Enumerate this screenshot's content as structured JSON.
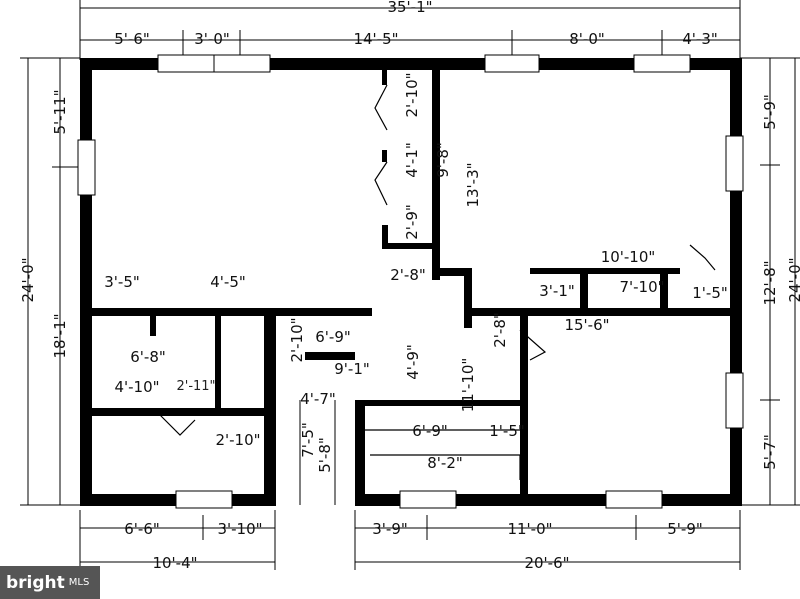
{
  "plan": {
    "overall_width": "35'-1\"",
    "overall_depth": "24'-0\"",
    "top_segments": [
      "5'-6\"",
      "3'-0\"",
      "14'-5\"",
      "8'-0\"",
      "4'-3\""
    ],
    "bottom_left_segments": [
      "6'-6\"",
      "3'-10\""
    ],
    "bottom_left_total": "10'-4\"",
    "bottom_right_segments": [
      "3'-9\"",
      "11'-0\"",
      "5'-9\""
    ],
    "bottom_right_total": "20'-6\"",
    "left_segments": [
      "5'-11\"",
      "18'-1\""
    ],
    "left_total": "24'-0\"",
    "right_segments": [
      "5'-9\"",
      "12'-8\"",
      "5'-7\""
    ],
    "right_total": "24'-0\"",
    "interior": {
      "closet_a": "2'-10\"",
      "closet_b": "4'-1\"",
      "closet_c": "2'-9\"",
      "wall_run": "9'-8\"",
      "room_depth": "13'-3\"",
      "hall_a": "2'-8\"",
      "hall_b": "2'-10\"",
      "hall_c": "6'-9\"",
      "span_a": "10'-10\"",
      "span_b": "7'-10\"",
      "span_c": "15'-6\"",
      "span_d": "1'-5\"",
      "left_a": "3'-5\"",
      "left_b": "4'-5\"",
      "left_c": "6'-8\"",
      "left_d": "4'-10\"",
      "left_e": "2'-11\"",
      "left_f": "2'-10\"",
      "mid_a": "9'-1\"",
      "mid_b": "4'-7\"",
      "mid_c": "7'-5\"",
      "mid_d": "5'-8\"",
      "mid_e": "6'-9\"",
      "mid_f": "8'-2\"",
      "mid_g": "1'-5\"",
      "mid_h": "11'-10\"",
      "mid_i": "2'-8\"",
      "mid_j": "4'-9\"",
      "mid_k": "3'-1\""
    }
  },
  "watermark": {
    "brand": "bright",
    "suffix": "MLS"
  }
}
